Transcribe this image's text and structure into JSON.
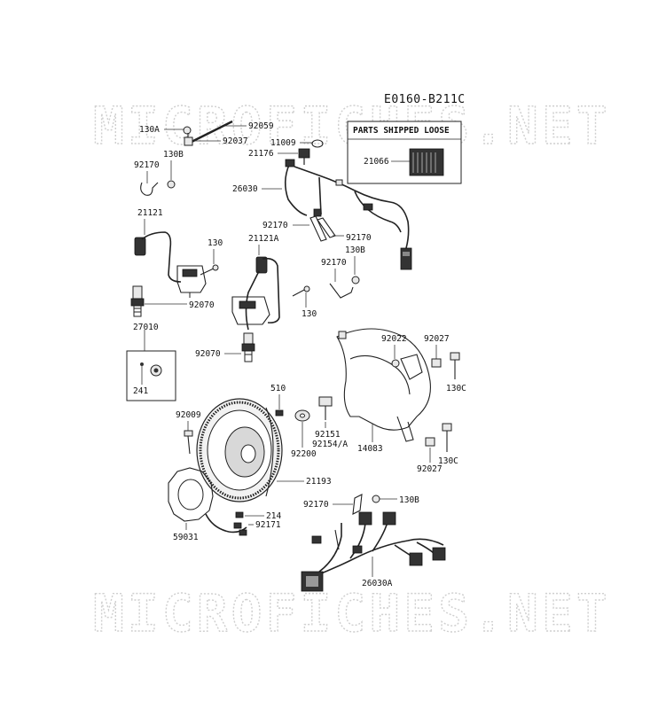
{
  "diagram_code": "E0160-B211C",
  "watermark": "MICROFICHES.NET",
  "shipped_loose_box": {
    "title": "PARTS SHIPPED LOOSE",
    "part": "21066"
  },
  "kit_box": {
    "part": "27010",
    "item": "241"
  },
  "callouts": {
    "c_130A": "130A",
    "c_92059": "92059",
    "c_92037": "92037",
    "c_11009": "11009",
    "c_21176": "21176",
    "c_92170_a": "92170",
    "c_130B_a": "130B",
    "c_26030": "26030",
    "c_92170_b": "92170",
    "c_92170_c": "92170",
    "c_21121": "21121",
    "c_130_a": "130",
    "c_21121A": "21121A",
    "c_92170_d": "92170",
    "c_130B_b": "130B",
    "c_92070_a": "92070",
    "c_130_b": "130",
    "c_92022": "92022",
    "c_92027_a": "92027",
    "c_92070_b": "92070",
    "c_130C_a": "130C",
    "c_510": "510",
    "c_92009": "92009",
    "c_92151": "92151",
    "c_92154A": "92154/A",
    "c_14083": "14083",
    "c_92200": "92200",
    "c_92027_b": "92027",
    "c_130C_b": "130C",
    "c_21193": "21193",
    "c_92170_e": "92170",
    "c_130B_c": "130B",
    "c_214": "214",
    "c_92171": "92171",
    "c_59031": "59031",
    "c_26030A": "26030A"
  }
}
